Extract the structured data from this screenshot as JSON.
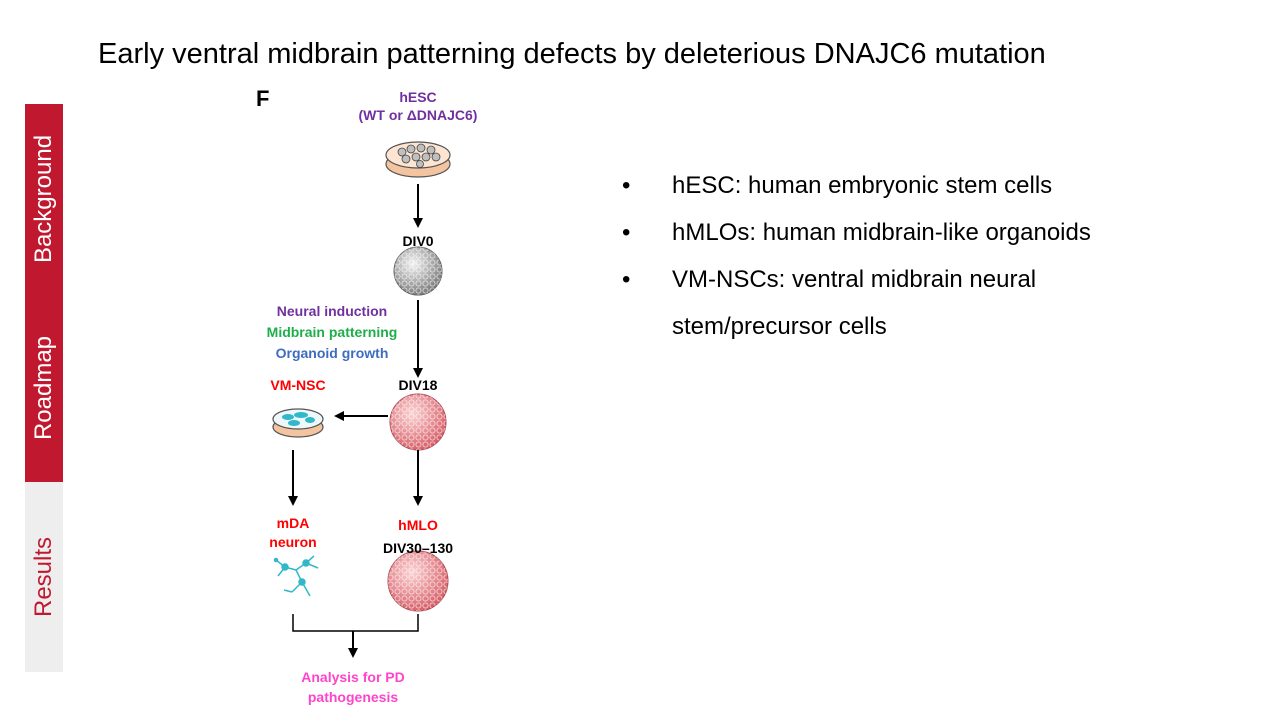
{
  "slide": {
    "title": "Early ventral midbrain patterning defects by deleterious DNAJC6 mutation"
  },
  "nav": {
    "items": [
      {
        "label": "Background",
        "active": true
      },
      {
        "label": "Roadmap",
        "active": true
      },
      {
        "label": "Results",
        "active": false
      }
    ]
  },
  "figure": {
    "panel_letter": "F",
    "hesc_label": "hESC",
    "hesc_sub": "(WT or ΔDNAJC6)",
    "div0": "DIV0",
    "steps": [
      "Neural induction",
      "Midbrain patterning",
      "Organoid growth"
    ],
    "div18": "DIV18",
    "vmnsc": "VM-NSC",
    "mda_line1": "mDA",
    "mda_line2": "neuron",
    "hmlo": "hMLO",
    "div30": "DIV30–130",
    "analysis_line1": "Analysis for PD",
    "analysis_line2": "pathogenesis",
    "colors": {
      "purple": "#7030a0",
      "green": "#1fae4b",
      "blue": "#3d6cc0",
      "red": "#ff0000",
      "pink": "#ff44cc",
      "organoid": "#e8838a",
      "cyan": "#31b8c9"
    }
  },
  "bullets": [
    {
      "marker": "•",
      "text": "hESC: human embryonic stem cells"
    },
    {
      "marker": "•",
      "text": "hMLOs: human midbrain-like organoids"
    },
    {
      "marker": "•",
      "text": "VM-NSCs: ventral midbrain neural stem/precursor cells"
    }
  ],
  "colors": {
    "accent": "#c0182f",
    "inactive_tab": "#eeeeee"
  }
}
